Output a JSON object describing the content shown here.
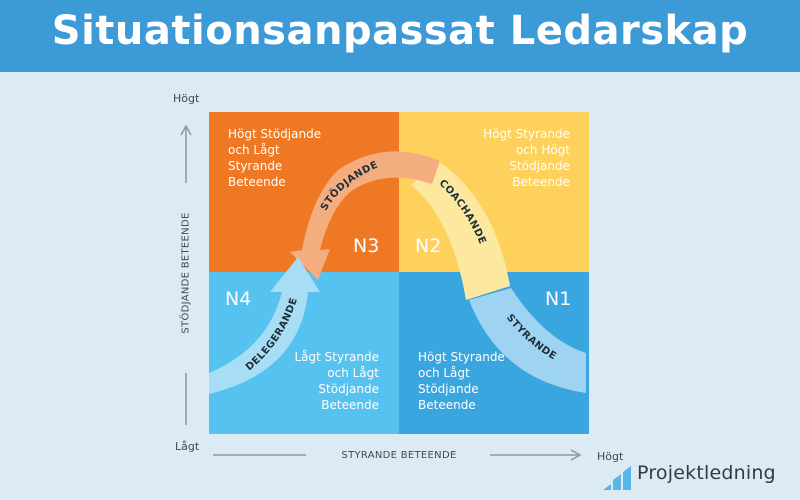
{
  "title": "Situationsanpassat Ledarskap",
  "axes": {
    "y_high": "Högt",
    "low": "Lågt",
    "x_high": "Högt",
    "x_label": "STYRANDE BETEENDE",
    "y_label": "STÖDJANDE BETEENDE"
  },
  "quadrants": {
    "top_left": {
      "text": "Högt Stödjande\noch Lågt\nStyrande\nBeteende",
      "color": "#EE7823"
    },
    "top_right": {
      "text": "Högt Styrande\noch Högt\nStödjande\nBeteende",
      "color": "#FDD15C"
    },
    "bottom_left": {
      "text": "Lågt Styrande\noch Lågt\nStödjande\nBeteende",
      "color": "#56C2F0"
    },
    "bottom_right": {
      "text": "Högt Styrande\noch Lågt\nStödjande\nBeteende",
      "color": "#3AA6DF"
    }
  },
  "levels": {
    "n1": "N1",
    "n2": "N2",
    "n3": "N3",
    "n4": "N4"
  },
  "styles": {
    "styrande": "STYRANDE",
    "coachande": "COACHANDE",
    "stodjande": "STÖDJANDE",
    "delegerande": "DELEGERANDE"
  },
  "logo": {
    "text": "Projektledning",
    "icon": "bar-chart-icon"
  },
  "colors": {
    "header": "#3C9AD6",
    "background": "#DCEAF3",
    "arrow_styrande": "#9FD3F2",
    "arrow_coachande": "#FDE8A0",
    "arrow_stodjande": "#F4AD7F",
    "arrow_delegerande": "#A8DDF6"
  }
}
